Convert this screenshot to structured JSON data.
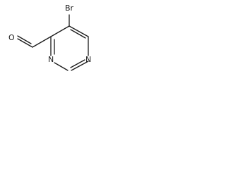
{
  "molecule": {
    "atoms": {
      "bromine": "Br",
      "nitrogen_1": "N",
      "nitrogen_3": "N",
      "oxygen": "O"
    }
  }
}
